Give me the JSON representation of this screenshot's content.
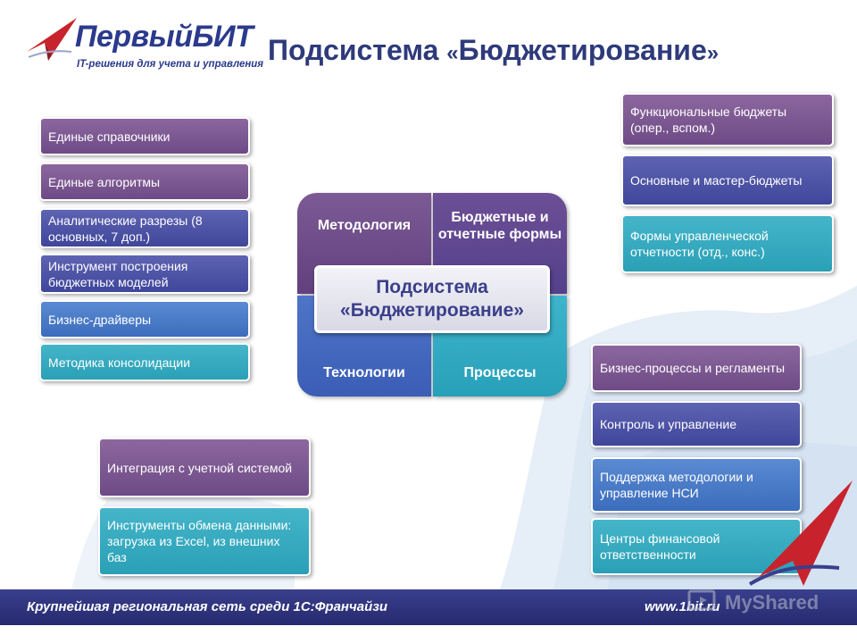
{
  "logo": {
    "name_part1": "Первый",
    "name_part2": "БИТ",
    "tagline": "IT-решения для учета и управления"
  },
  "title": {
    "prefix": "Подсистема ",
    "open_quote": "«",
    "main": "Бюджетирование",
    "close_quote": "»"
  },
  "left_boxes": [
    {
      "label": "Единые справочники"
    },
    {
      "label": "Единые алгоритмы"
    },
    {
      "label": "Аналитические разрезы (8 основных, 7 доп.)"
    },
    {
      "label": "Инструмент построения бюджетных моделей"
    },
    {
      "label": "Бизнес-драйверы"
    },
    {
      "label": "Методика консолидации"
    }
  ],
  "right_top_boxes": [
    {
      "label": "Функциональные бюджеты (опер., вспом.)"
    },
    {
      "label": "Основные и мастер-бюджеты"
    },
    {
      "label": "Формы управленческой отчетности (отд., конс.)"
    }
  ],
  "right_bottom_boxes": [
    {
      "label": "Бизнес-процессы и регламенты"
    },
    {
      "label": "Контроль и управление"
    },
    {
      "label": "Поддержка методологии и управление НСИ"
    },
    {
      "label": "Центры финансовой ответственности"
    }
  ],
  "bottom_left_boxes": [
    {
      "label": "Интеграция с учетной системой"
    },
    {
      "label": "Инструменты обмена данными: загрузка из Excel, из внешних баз"
    }
  ],
  "quadrants": {
    "top_left": "Методология",
    "top_right": "Бюджетные и отчетные формы",
    "bottom_left": "Технологии",
    "bottom_right": "Процессы"
  },
  "center": {
    "line1": "Подсистема",
    "line2": "«Бюджетирование»"
  },
  "footer": {
    "text": "Крупнейшая региональная сеть среди 1С:Франчайзи",
    "url": "www.1bit.ru"
  },
  "watermark": {
    "text": "MyShared"
  },
  "colors": {
    "brand": "#2b3a8c",
    "violet": "#7a5a95",
    "indigo": "#4a4fa3",
    "blue": "#4b7fcb",
    "teal": "#35aec3",
    "footer": "#2f3480"
  }
}
